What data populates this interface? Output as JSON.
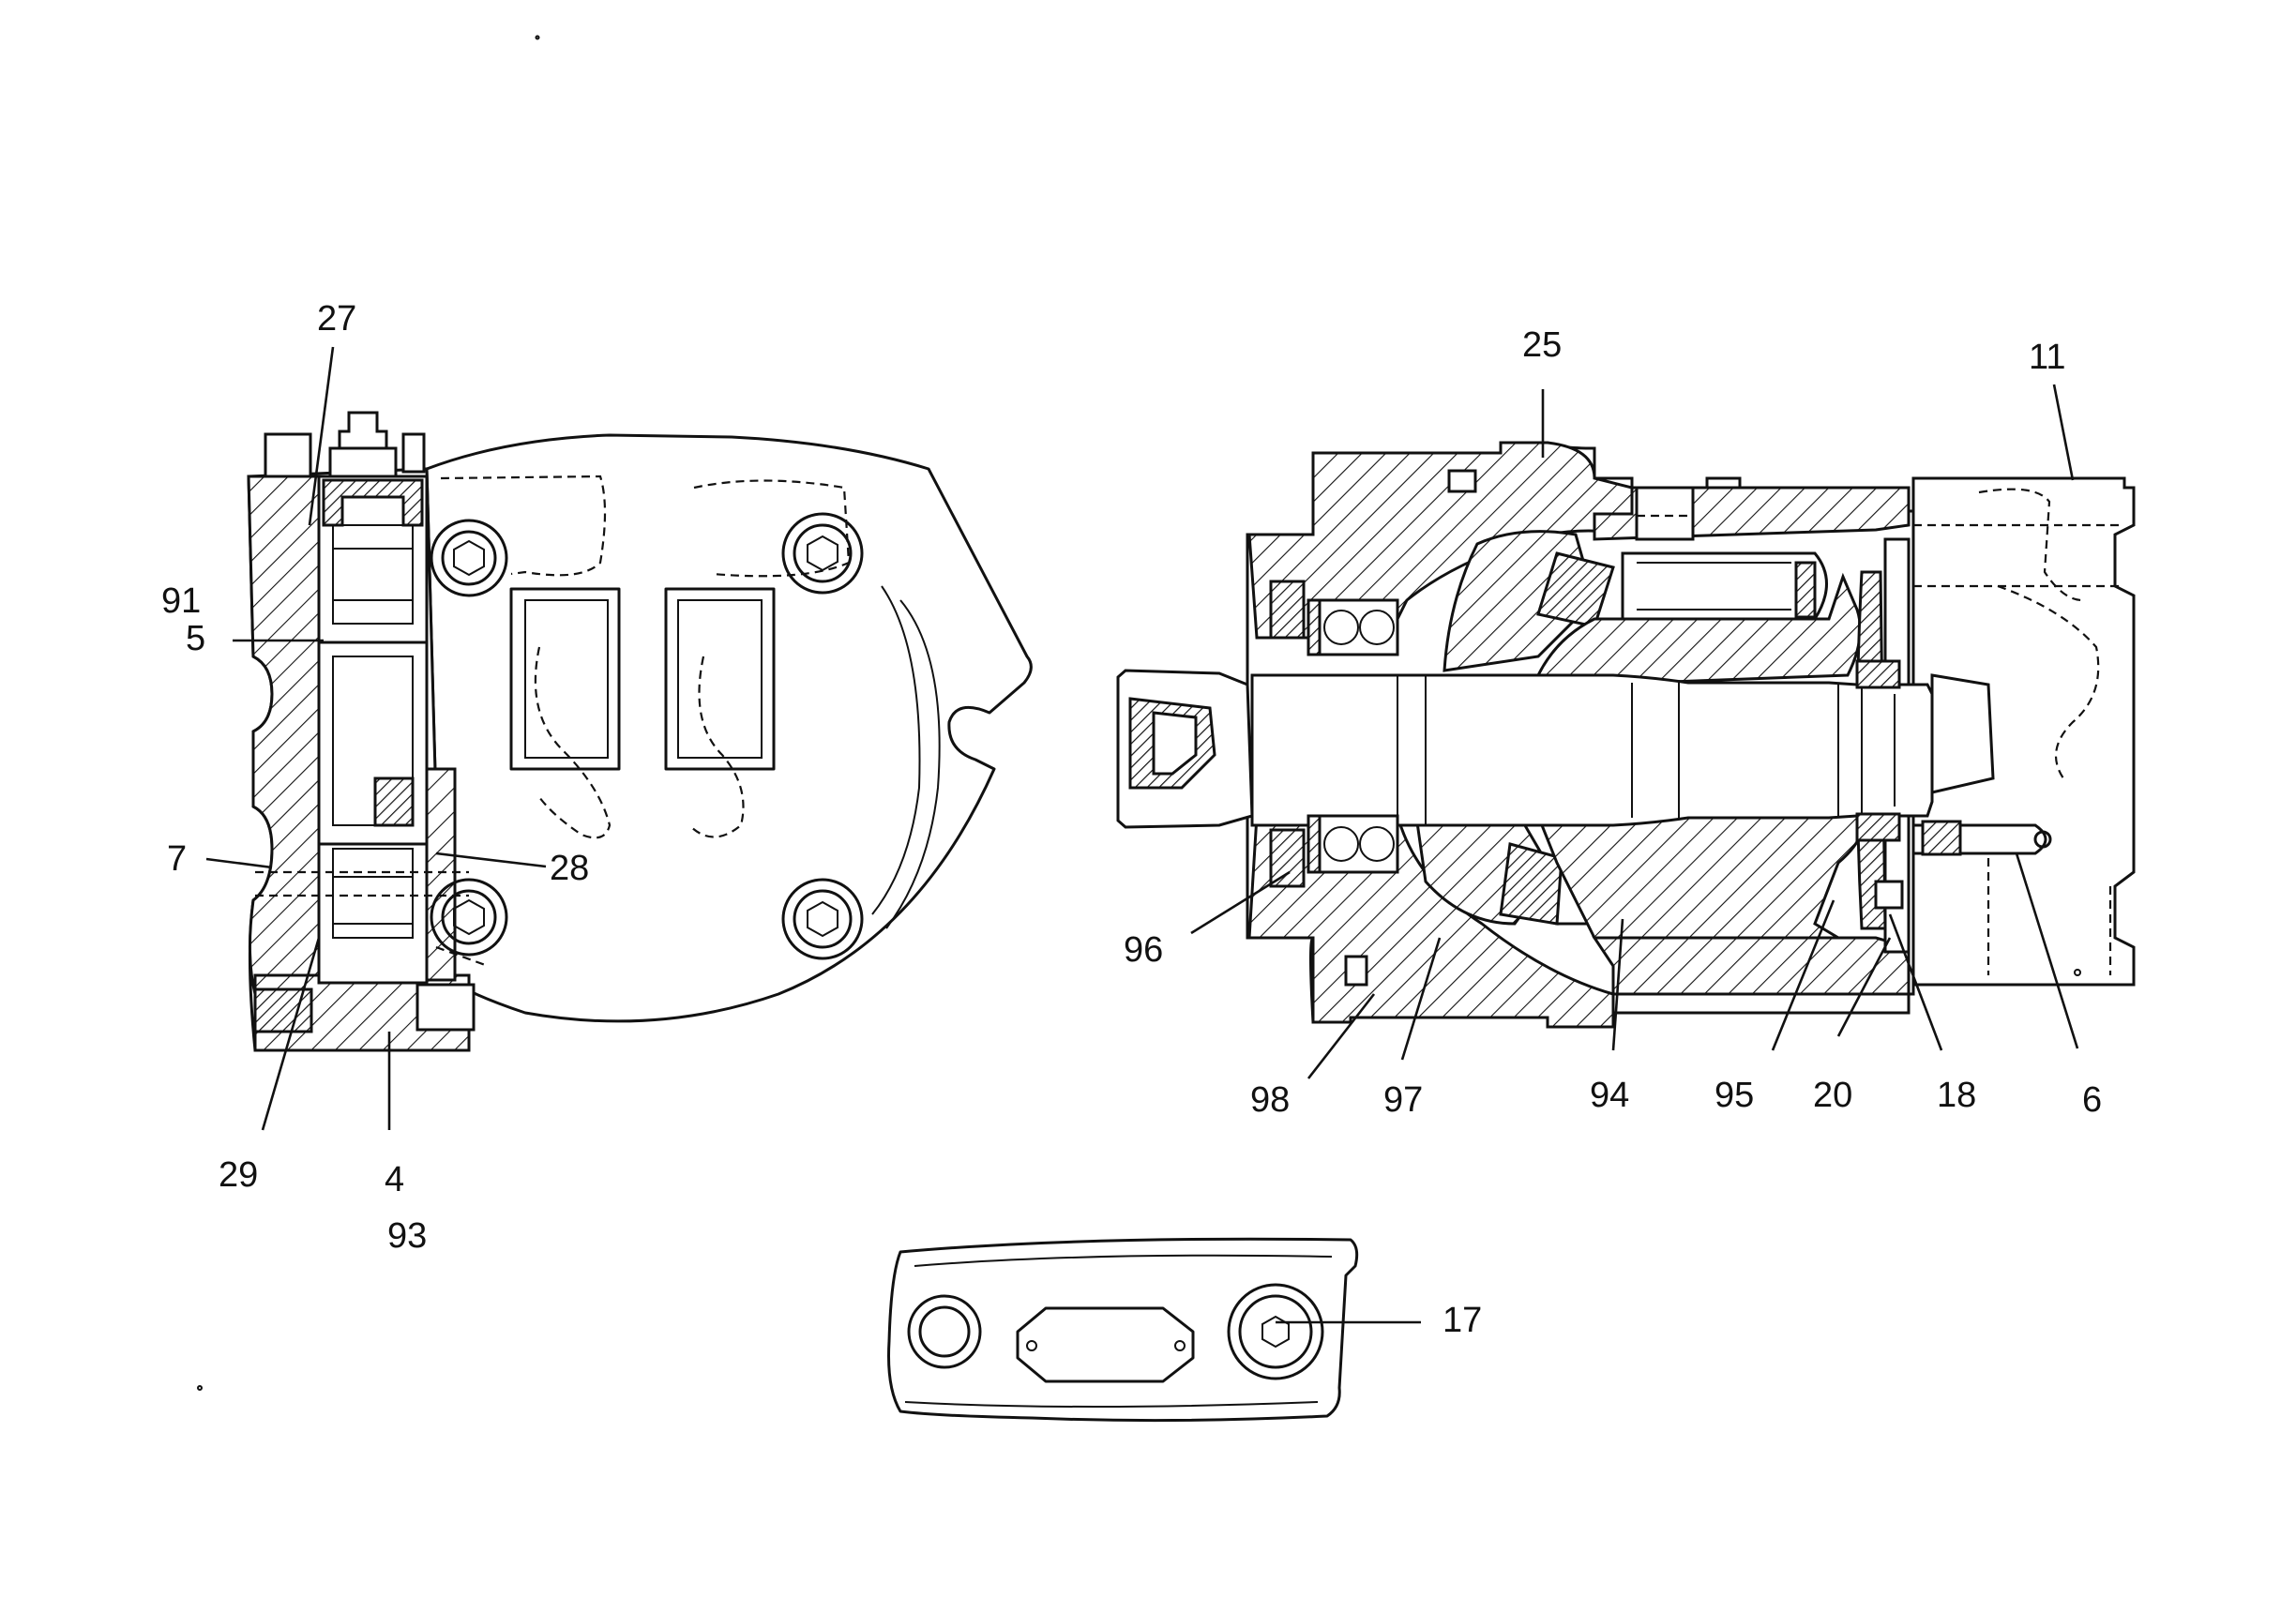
{
  "labels": {
    "l27": "27",
    "l91": "91",
    "l5": "5",
    "l7": "7",
    "l28": "28",
    "l29": "29",
    "l4": "4",
    "l93": "93",
    "l25": "25",
    "l11": "11",
    "l96": "96",
    "l98": "98",
    "l97": "97",
    "l94": "94",
    "l95": "95",
    "l20": "20",
    "l18": "18",
    "l6": "6",
    "l17": "17"
  },
  "views": [
    "side-view",
    "cross-section-view",
    "bottom-view"
  ]
}
